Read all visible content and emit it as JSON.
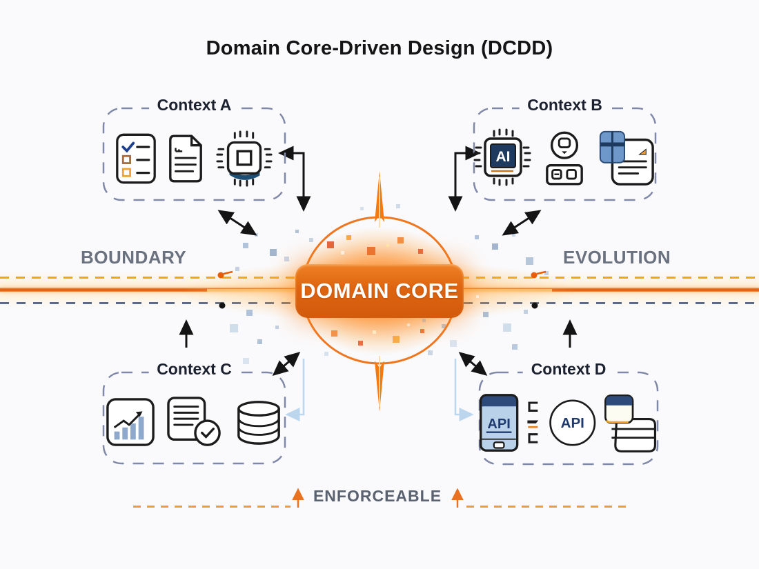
{
  "title": "Domain Core-Driven Design (DCDD)",
  "core": {
    "label": "DOMAIN CORE"
  },
  "labels": {
    "left": "BOUNDARY",
    "right": "EVOLUTION",
    "bottom": "ENFORCEABLE"
  },
  "contexts": [
    {
      "id": "A",
      "label": "Context A",
      "icons": [
        "checklist-icon",
        "document-icon",
        "chip-icon"
      ]
    },
    {
      "id": "B",
      "label": "Context B",
      "icons": [
        "ai-chip-icon",
        "control-panel-icon",
        "report-icon"
      ],
      "chip_text": "AI"
    },
    {
      "id": "C",
      "label": "Context C",
      "icons": [
        "bar-chart-icon",
        "verified-document-icon",
        "database-icon"
      ]
    },
    {
      "id": "D",
      "label": "Context D",
      "icons": [
        "mobile-api-icon",
        "link-icon",
        "api-circle-icon",
        "database-card-icon"
      ],
      "mobile_text": "API",
      "circle_text": "API"
    }
  ],
  "colors": {
    "core_fill": "#d8600f",
    "ring": "#ee7014",
    "dashed_rule_top": "#f2a50c",
    "solid_rule": "#e2661a",
    "dashed_rule_bottom": "#5a6b8c",
    "box_dash": "#8088a8",
    "side_label": "#6a7280",
    "light_blue_arrow": "#bcd6ee",
    "arrow_black": "#141414",
    "enforce_dash": "#f09a3c",
    "icon_blue": "#2e4a7a",
    "bar_blue": "#8fa9cc"
  }
}
